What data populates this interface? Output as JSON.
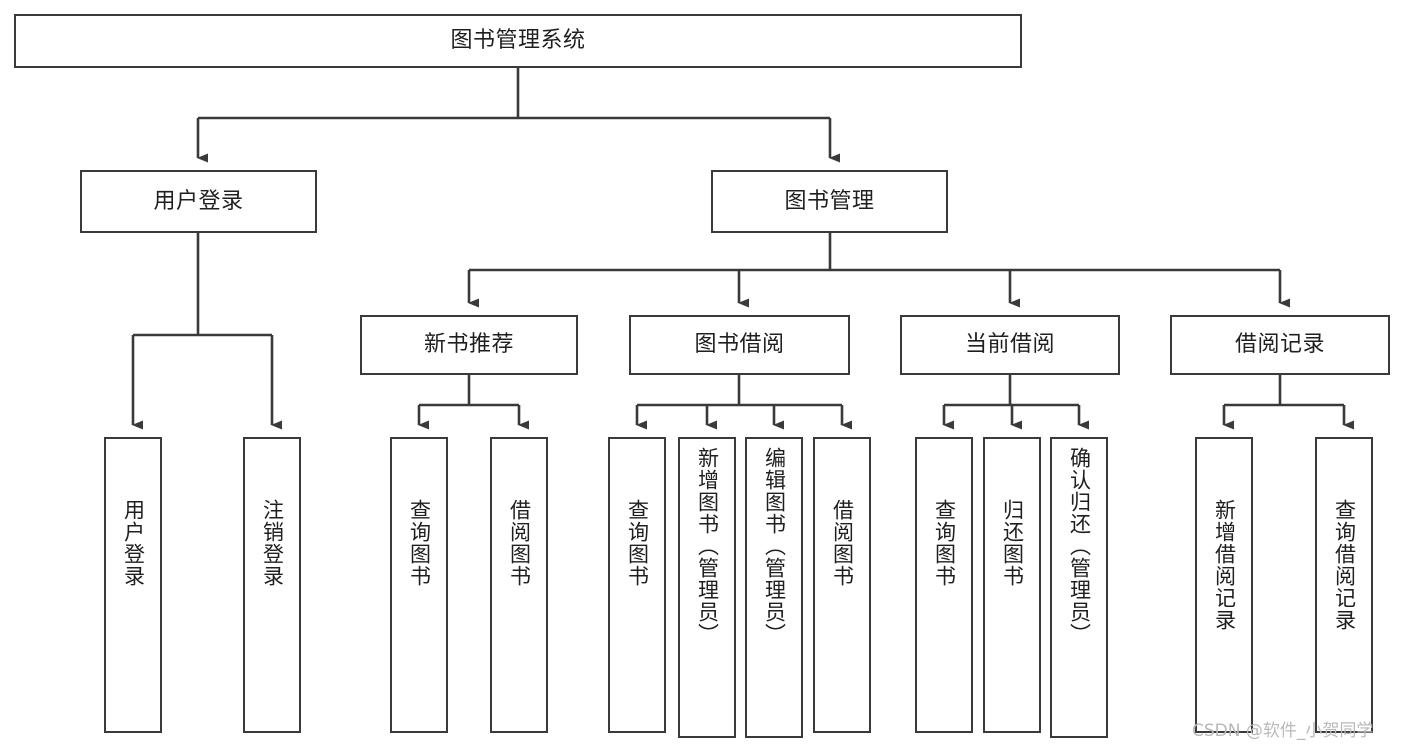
{
  "diagram": {
    "type": "tree",
    "title": "图书管理系统",
    "orientation": "top-down",
    "edge_color": "#3a3a3a",
    "box_border_color": "#3a3a3a",
    "background_color": "#ffffff",
    "text_color": "#1f1f1f"
  },
  "root": {
    "label": "图书管理系统"
  },
  "level1": [
    {
      "label": "用户登录"
    },
    {
      "label": "图书管理"
    }
  ],
  "level2": [
    {
      "label": "新书推荐"
    },
    {
      "label": "图书借阅"
    },
    {
      "label": "当前借阅"
    },
    {
      "label": "借阅记录"
    }
  ],
  "leaves": {
    "user_login": [
      {
        "label": "用户登录"
      },
      {
        "label": "注销登录"
      }
    ],
    "new_book_recommend": [
      {
        "label": "查询图书"
      },
      {
        "label": "借阅图书"
      }
    ],
    "book_borrow": [
      {
        "label": "查询图书"
      },
      {
        "label": "新增图书（管理员）"
      },
      {
        "label": "编辑图书（管理员）"
      },
      {
        "label": "借阅图书"
      }
    ],
    "current_borrow": [
      {
        "label": "查询图书"
      },
      {
        "label": "归还图书"
      },
      {
        "label": "确认归还（管理员）"
      }
    ],
    "borrow_records": [
      {
        "label": "新增借阅记录"
      },
      {
        "label": "查询借阅记录"
      }
    ]
  },
  "watermark": {
    "text": "CSDN @软件_小贺同学"
  }
}
